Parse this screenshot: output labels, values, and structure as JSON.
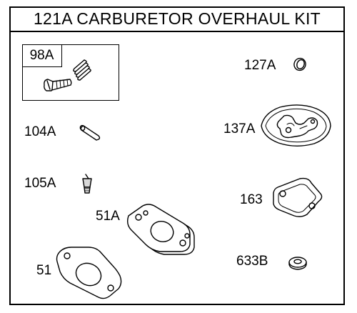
{
  "title": "121A CARBURETOR OVERHAUL KIT",
  "parts": [
    {
      "id": "98A",
      "label": "98A"
    },
    {
      "id": "127A",
      "label": "127A"
    },
    {
      "id": "104A",
      "label": "104A"
    },
    {
      "id": "137A",
      "label": "137A"
    },
    {
      "id": "105A",
      "label": "105A"
    },
    {
      "id": "163",
      "label": "163"
    },
    {
      "id": "51A",
      "label": "51A"
    },
    {
      "id": "51",
      "label": "51"
    },
    {
      "id": "633B",
      "label": "633B"
    }
  ]
}
